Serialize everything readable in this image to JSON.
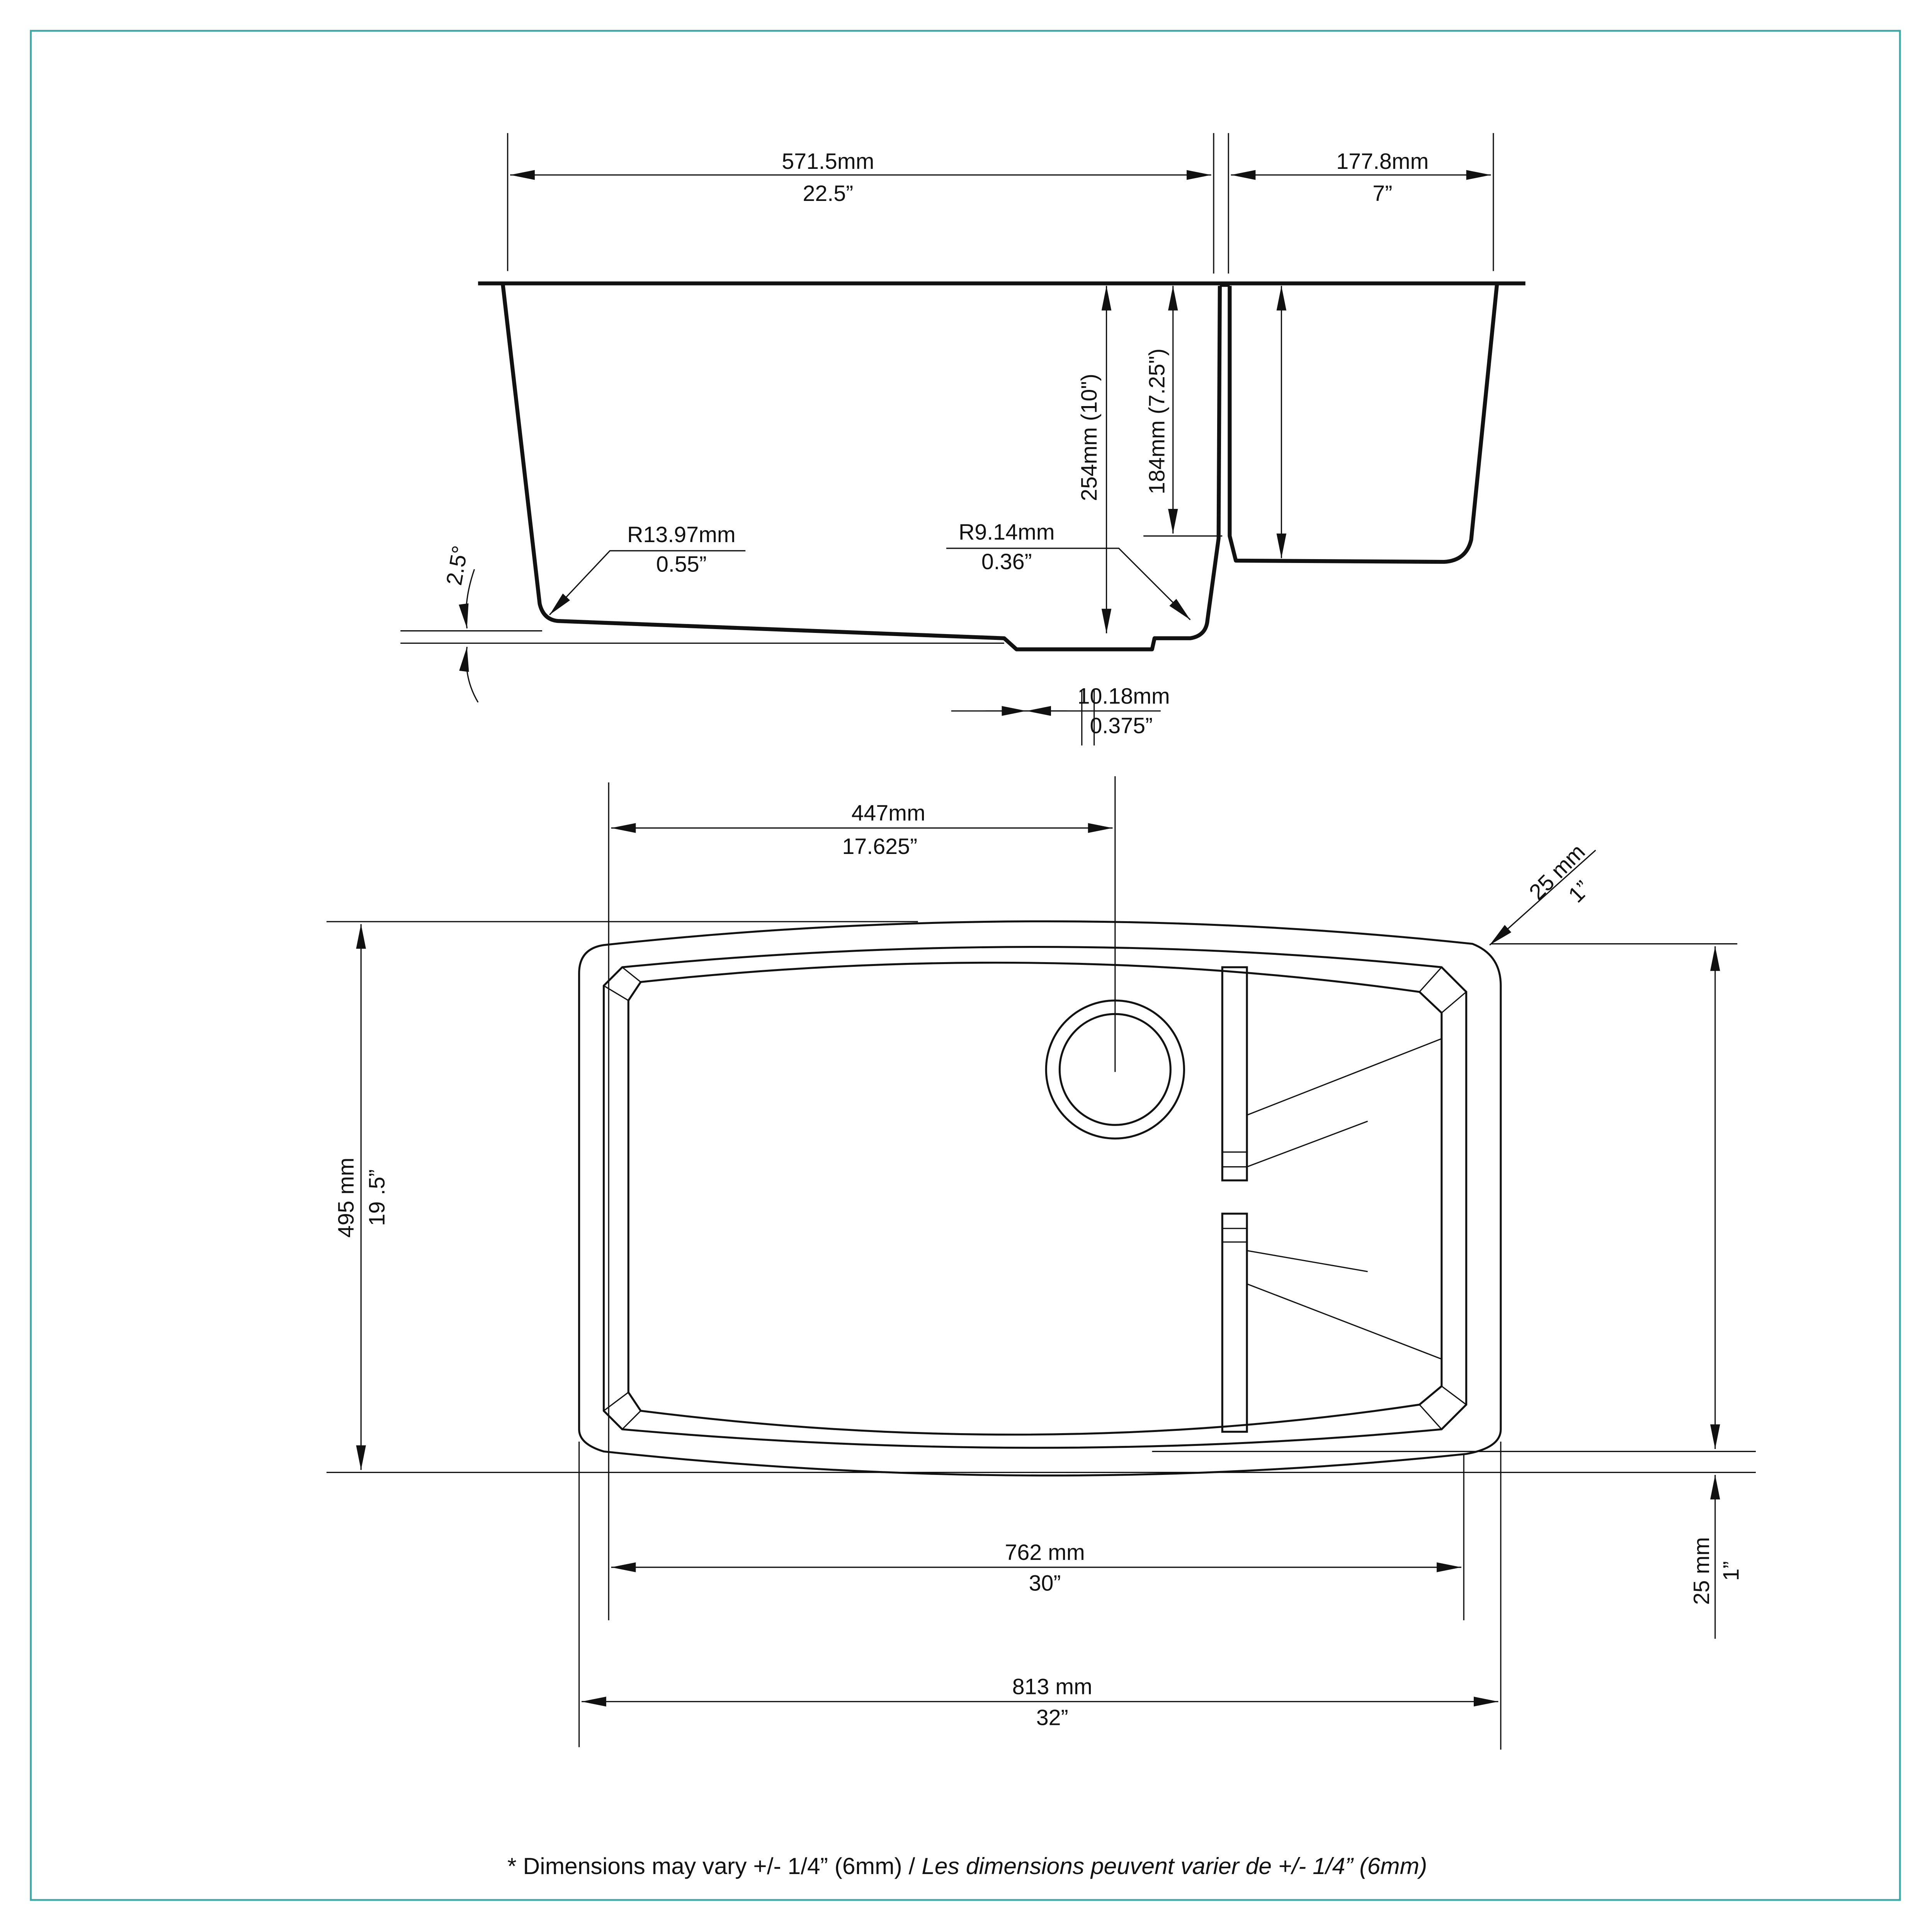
{
  "colors": {
    "frame": "#3aaaa8",
    "ink": "#111111"
  },
  "section_view": {
    "width_main": {
      "mm": "571.5mm",
      "in": "22.5”"
    },
    "width_small": {
      "mm": "177.8mm",
      "in": "7”"
    },
    "depth_main": "254mm (10\")",
    "depth_small": "184mm (7.25\")",
    "radius_left": {
      "mm": "R13.97mm",
      "in": "0.55”"
    },
    "radius_right": {
      "mm": "R9.14mm",
      "in": "0.36”"
    },
    "slope_angle": "2.5°",
    "drain_step": {
      "mm": "10.18mm",
      "in": "0.375”"
    }
  },
  "plan_view": {
    "drain_offset": {
      "mm": "447mm",
      "in": "17.625”"
    },
    "depth": {
      "mm": "495 mm",
      "in": "19 .5”"
    },
    "corner_rim": {
      "mm": "25 mm",
      "in": "1”"
    },
    "front_rim": {
      "mm": "25 mm",
      "in": "1”"
    },
    "inner_width": {
      "mm": "762 mm",
      "in": "30”"
    },
    "outer_width": {
      "mm": "813 mm",
      "in": "32”"
    }
  },
  "footnote": {
    "english": "* Dimensions may vary +/- 1/4” (6mm) / ",
    "french": "Les dimensions peuvent varier de +/- 1/4” (6mm)"
  }
}
